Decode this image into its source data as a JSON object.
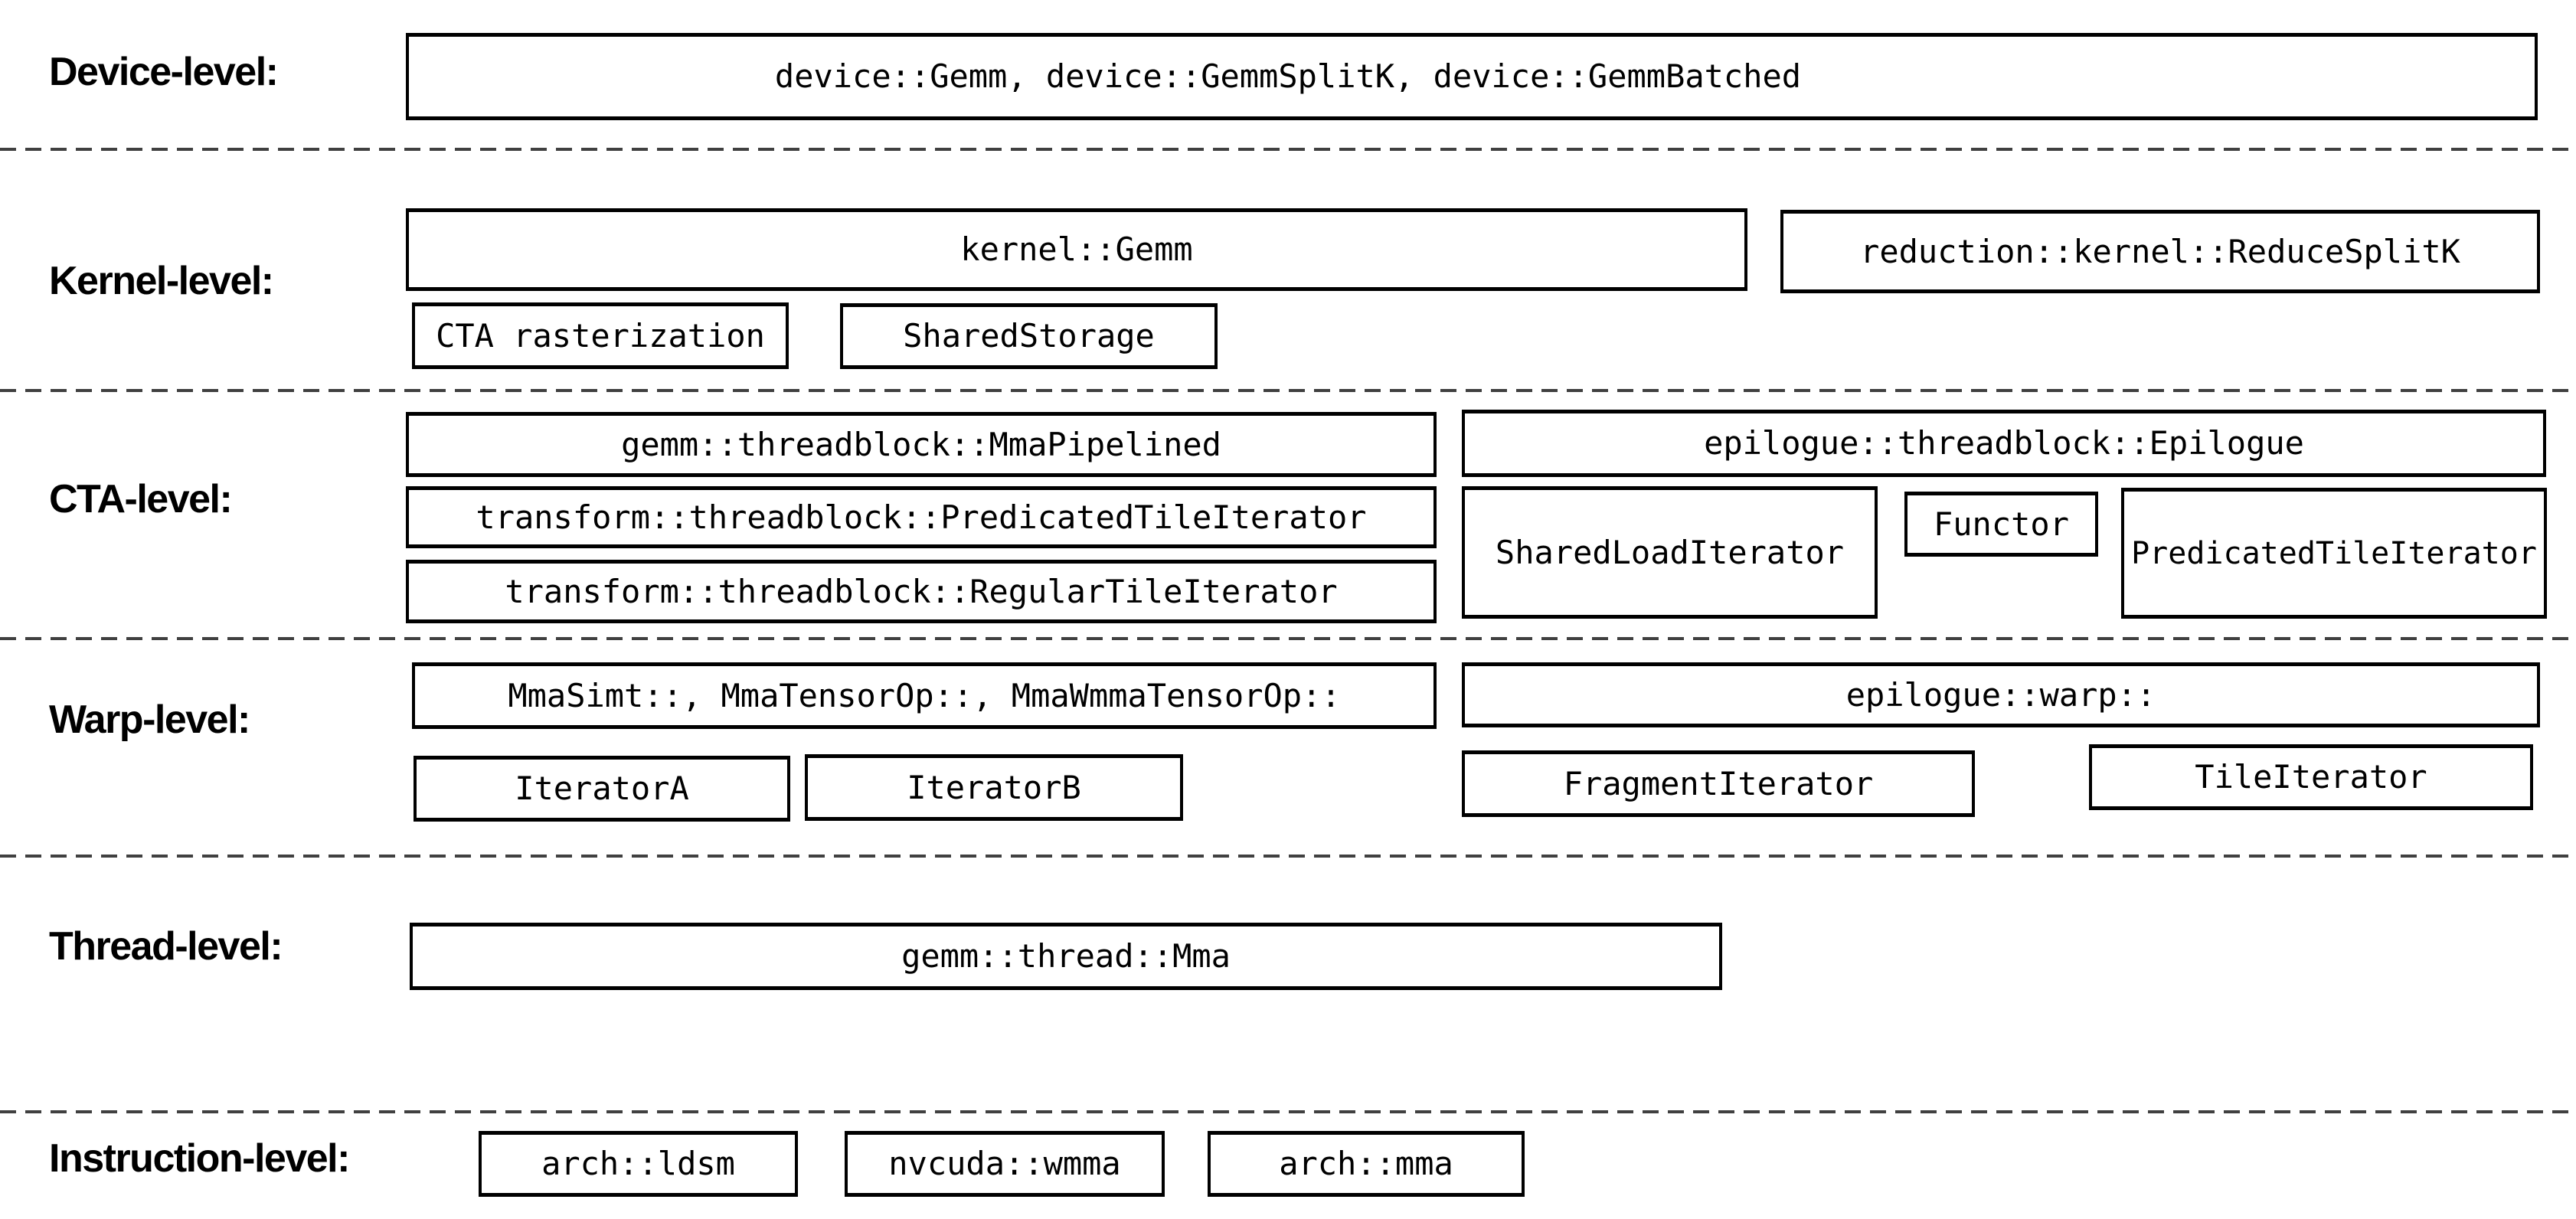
{
  "colors": {
    "background": "#ffffff",
    "box_border": "#000000",
    "text": "#000000",
    "separator": "#404040"
  },
  "levels": {
    "device": {
      "label": "Device-level:",
      "device_gemm": "device::Gemm, device::GemmSplitK, device::GemmBatched"
    },
    "kernel": {
      "label": "Kernel-level:",
      "kernel_gemm": "kernel::Gemm",
      "reduce_splitk": "reduction::kernel::ReduceSplitK",
      "cta_rasterization": "CTA rasterization",
      "shared_storage": "SharedStorage"
    },
    "cta": {
      "label": "CTA-level:",
      "mma_pipelined": "gemm::threadblock::MmaPipelined",
      "predicated_tile_iterator": "transform::threadblock::PredicatedTileIterator",
      "regular_tile_iterator": "transform::threadblock::RegularTileIterator",
      "epilogue": "epilogue::threadblock::Epilogue",
      "shared_load_iterator": "SharedLoadIterator",
      "functor": "Functor",
      "epilogue_predicated_tile_iterator": "PredicatedTileIterator"
    },
    "warp": {
      "label": "Warp-level:",
      "mma_variants": "MmaSimt::, MmaTensorOp::, MmaWmmaTensorOp::",
      "iterator_a": "IteratorA",
      "iterator_b": "IteratorB",
      "epilogue_warp": "epilogue::warp::",
      "fragment_iterator": "FragmentIterator",
      "tile_iterator": "TileIterator"
    },
    "thread": {
      "label": "Thread-level:",
      "gemm_thread_mma": "gemm::thread::Mma"
    },
    "instruction": {
      "label": "Instruction-level:",
      "arch_ldsm": "arch::ldsm",
      "nvcuda_wmma": "nvcuda::wmma",
      "arch_mma": "arch::mma"
    }
  }
}
